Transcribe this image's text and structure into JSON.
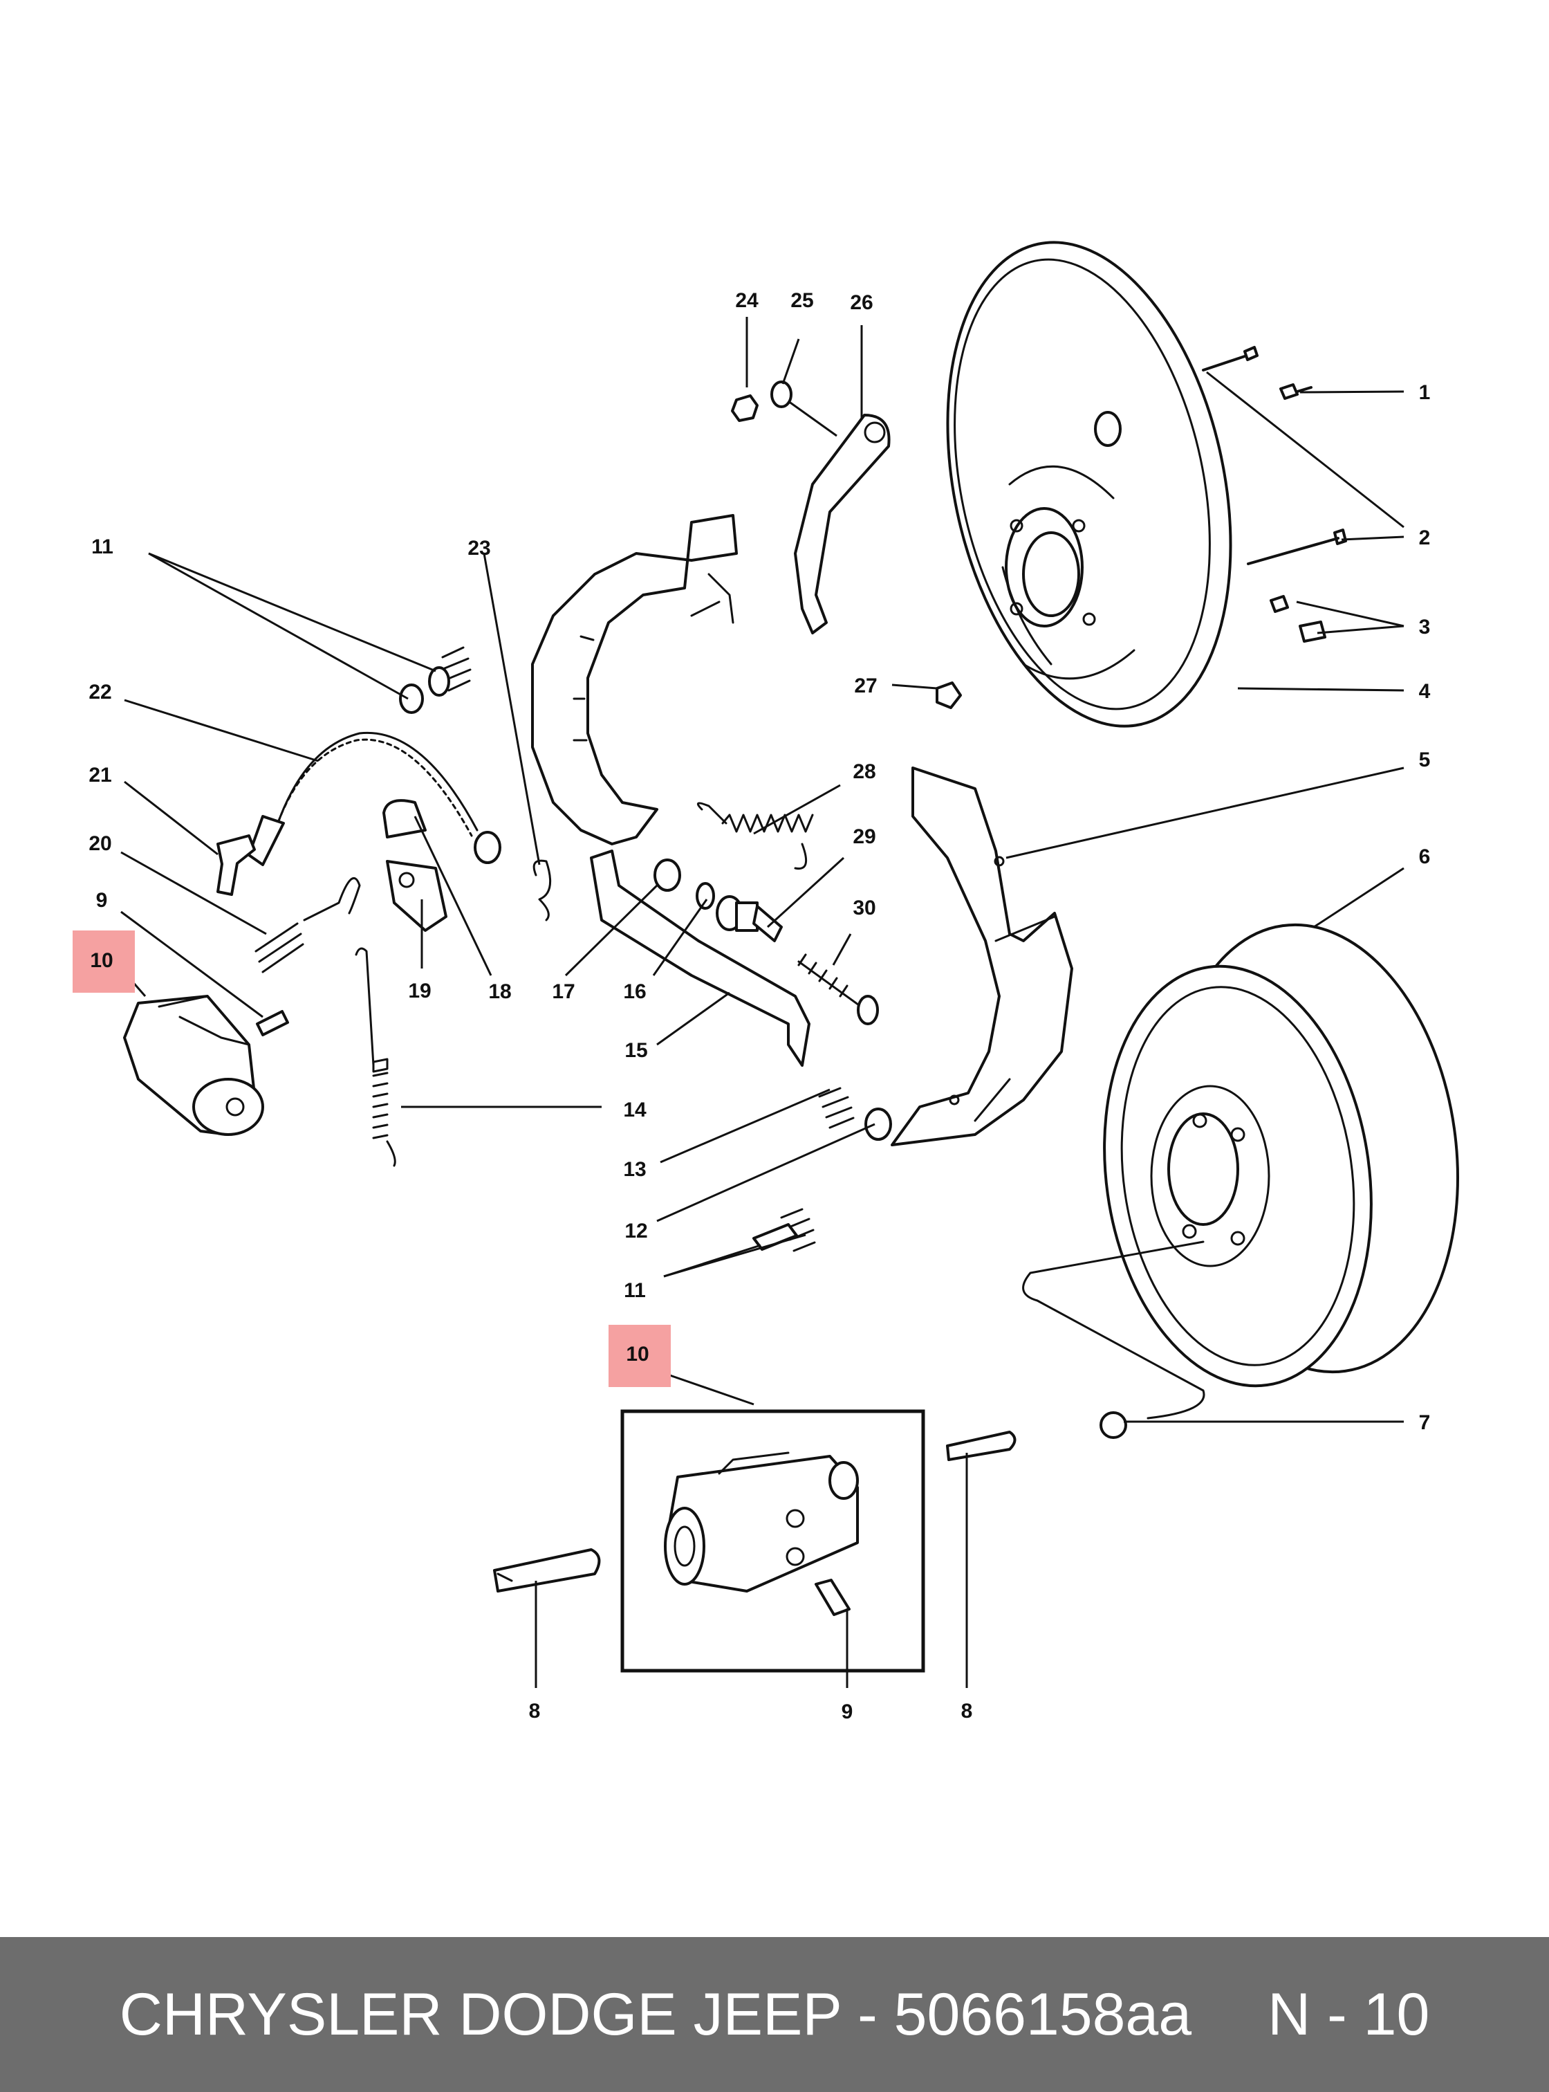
{
  "callouts": {
    "c1": "1",
    "c2": "2",
    "c3": "3",
    "c4": "4",
    "c5": "5",
    "c6": "6",
    "c7": "7",
    "c8a": "8",
    "c8b": "8",
    "c9a": "9",
    "c9b": "9",
    "c10a": "10",
    "c10b": "10",
    "c11a": "11",
    "c11b": "11",
    "c12": "12",
    "c13": "13",
    "c14": "14",
    "c15": "15",
    "c16": "16",
    "c17": "17",
    "c18": "18",
    "c19": "19",
    "c20": "20",
    "c21": "21",
    "c22": "22",
    "c23": "23",
    "c24": "24",
    "c25": "25",
    "c26": "26",
    "c27": "27",
    "c28": "28",
    "c29": "29",
    "c30": "30"
  },
  "highlight_color": "#f5a1a1",
  "footer": {
    "brand_part": "CHRYSLER DODGE JEEP - 5066158aa",
    "page_ref": "N - 10",
    "background": "#6d6d6d"
  }
}
